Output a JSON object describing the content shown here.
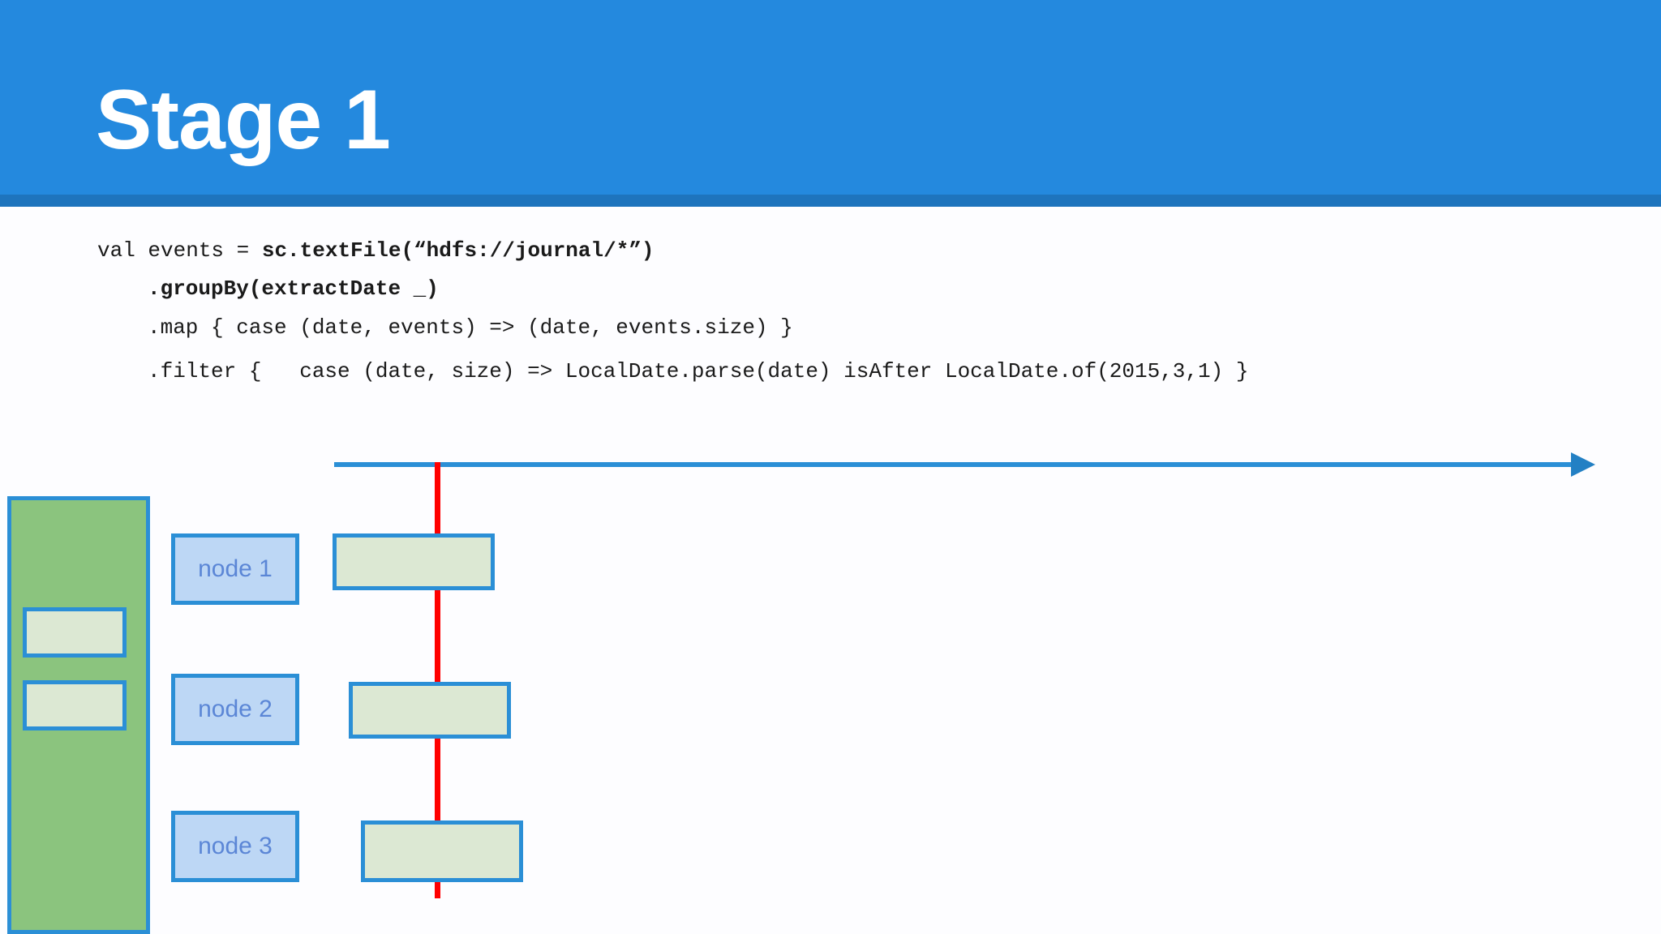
{
  "header": {
    "title": "Stage 1",
    "bar_color": "#2489DE",
    "underline_color": "#1E74BD",
    "title_color": "#FFFFFF"
  },
  "code": {
    "lines": [
      {
        "segments": [
          {
            "text": "val events = ",
            "bold": false
          },
          {
            "text": "sc.textFile(“hdfs://journal/*”)",
            "bold": true
          }
        ]
      },
      {
        "segments": [
          {
            "text": ".groupBy(extractDate _)",
            "bold": true
          }
        ]
      },
      {
        "segments": [
          {
            "text": ".map { case (date, events) => (date, events.size) }",
            "bold": false
          }
        ]
      },
      {
        "segments": [
          {
            "text": ".filter {   case (date, size) => LocalDate.parse(date) isAfter LocalDate.of(2015,3,1) }",
            "bold": false
          }
        ]
      }
    ]
  },
  "diagram": {
    "timeline_arrow": {
      "label": "time-axis-arrow",
      "color": "#2B8FD6"
    },
    "cut_line": {
      "label": "stage-boundary-line",
      "color": "#FF0000"
    },
    "green_panel": {
      "label": "cluster-storage-panel",
      "fill": "#8BC47E",
      "border": "#2B8FD6",
      "slots": [
        {
          "label": "result-partition-a",
          "fill": "#DCE8D3"
        },
        {
          "label": "result-partition-b",
          "fill": "#DCE8D3"
        }
      ]
    },
    "nodes": [
      {
        "label": "node 1",
        "box_fill": "#BDD7F5",
        "box_border": "#2B8FD6",
        "text_color": "#5B86D6",
        "partition": {
          "label": "task-block-node-1",
          "fill": "#DCE8D3",
          "border": "#2B8FD6"
        }
      },
      {
        "label": "node 2",
        "box_fill": "#BDD7F5",
        "box_border": "#2B8FD6",
        "text_color": "#5B86D6",
        "partition": {
          "label": "task-block-node-2",
          "fill": "#DCE8D3",
          "border": "#2B8FD6"
        }
      },
      {
        "label": "node 3",
        "box_fill": "#BDD7F5",
        "box_border": "#2B8FD6",
        "text_color": "#5B86D6",
        "partition": {
          "label": "task-block-node-3",
          "fill": "#DCE8D3",
          "border": "#2B8FD6"
        }
      }
    ]
  }
}
